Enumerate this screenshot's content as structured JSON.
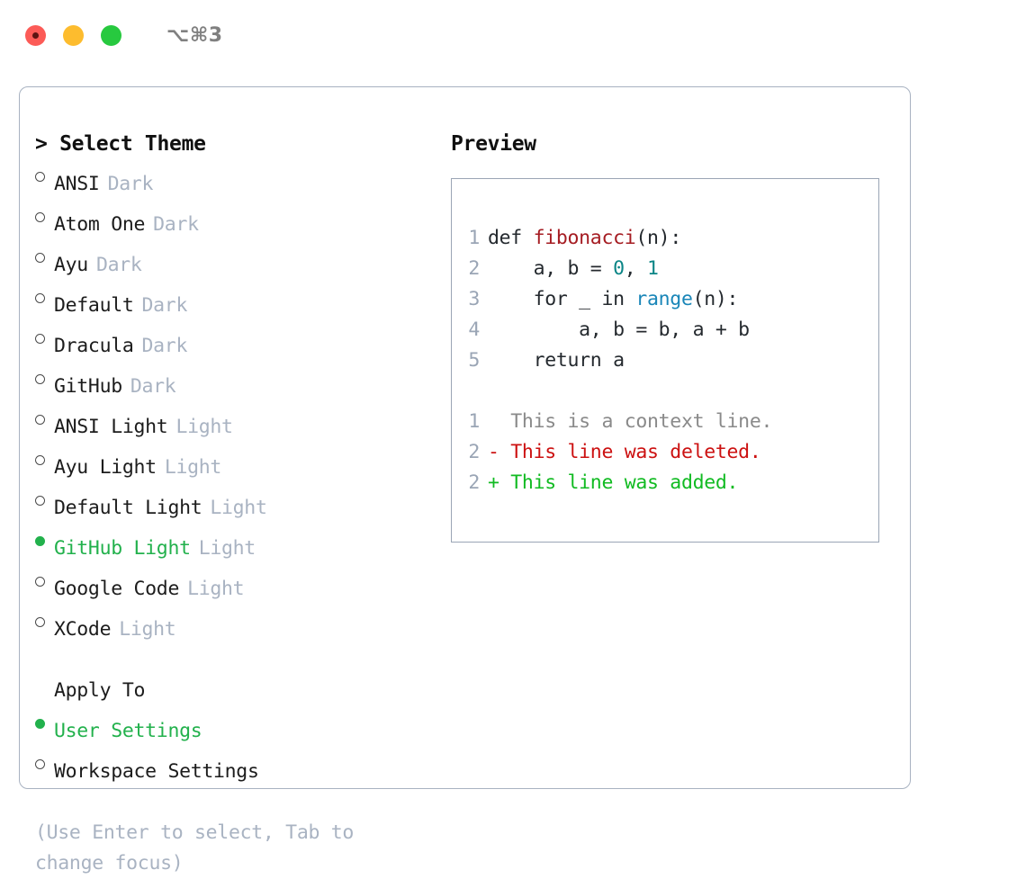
{
  "titlebar": {
    "traffic_lights": [
      {
        "name": "close-button",
        "color": "#fc5b57"
      },
      {
        "name": "minimize-button",
        "color": "#fdbc2e"
      },
      {
        "name": "maximize-button",
        "color": "#27c93f"
      }
    ],
    "shortcut": "⌥⌘3"
  },
  "theme_panel": {
    "heading": "> Select Theme",
    "themes": [
      {
        "name": "ANSI",
        "variant": "Dark",
        "selected": false
      },
      {
        "name": "Atom One",
        "variant": "Dark",
        "selected": false
      },
      {
        "name": "Ayu",
        "variant": "Dark",
        "selected": false
      },
      {
        "name": "Default",
        "variant": "Dark",
        "selected": false
      },
      {
        "name": "Dracula",
        "variant": "Dark",
        "selected": false
      },
      {
        "name": "GitHub",
        "variant": "Dark",
        "selected": false
      },
      {
        "name": "ANSI Light",
        "variant": "Light",
        "selected": false
      },
      {
        "name": "Ayu Light",
        "variant": "Light",
        "selected": false
      },
      {
        "name": "Default Light",
        "variant": "Light",
        "selected": false
      },
      {
        "name": "GitHub Light",
        "variant": "Light",
        "selected": true
      },
      {
        "name": "Google Code",
        "variant": "Light",
        "selected": false
      },
      {
        "name": "XCode",
        "variant": "Light",
        "selected": false
      }
    ],
    "apply_to": {
      "heading": "Apply To",
      "options": [
        {
          "label": "User Settings",
          "selected": true
        },
        {
          "label": "Workspace Settings",
          "selected": false
        }
      ]
    },
    "hint": "(Use Enter to select, Tab to change focus)"
  },
  "preview": {
    "title": "Preview",
    "code_lines": [
      {
        "no": "1",
        "segments": [
          {
            "text": "def ",
            "token": "plain"
          },
          {
            "text": "fibonacci",
            "token": "fn"
          },
          {
            "text": "(n):",
            "token": "plain"
          }
        ]
      },
      {
        "no": "2",
        "segments": [
          {
            "text": "    a, b = ",
            "token": "plain"
          },
          {
            "text": "0",
            "token": "num"
          },
          {
            "text": ", ",
            "token": "plain"
          },
          {
            "text": "1",
            "token": "num"
          }
        ]
      },
      {
        "no": "3",
        "segments": [
          {
            "text": "    for _ in ",
            "token": "plain"
          },
          {
            "text": "range",
            "token": "call"
          },
          {
            "text": "(n):",
            "token": "plain"
          }
        ]
      },
      {
        "no": "4",
        "segments": [
          {
            "text": "        a, b = b, a + b",
            "token": "plain"
          }
        ]
      },
      {
        "no": "5",
        "segments": [
          {
            "text": "    return a",
            "token": "plain"
          }
        ]
      }
    ],
    "diff_lines": [
      {
        "no": "1",
        "marker": " ",
        "text": "  This is a context line.",
        "token": "ctx"
      },
      {
        "no": "2",
        "marker": "-",
        "text": "- This line was deleted.",
        "token": "del"
      },
      {
        "no": "2",
        "marker": "+",
        "text": "+ This line was added.",
        "token": "add"
      }
    ]
  },
  "colors": {
    "accent_green": "#22b14c",
    "muted": "#a9b3c2",
    "border": "#a8b2c1",
    "preview_border": "#9aa5b5",
    "syntax_function": "#a51c22",
    "syntax_number": "#0b8586",
    "syntax_call": "#1a86b8",
    "diff_context": "#8a8a8a",
    "diff_deleted": "#cc1111",
    "diff_added": "#11bb22"
  }
}
